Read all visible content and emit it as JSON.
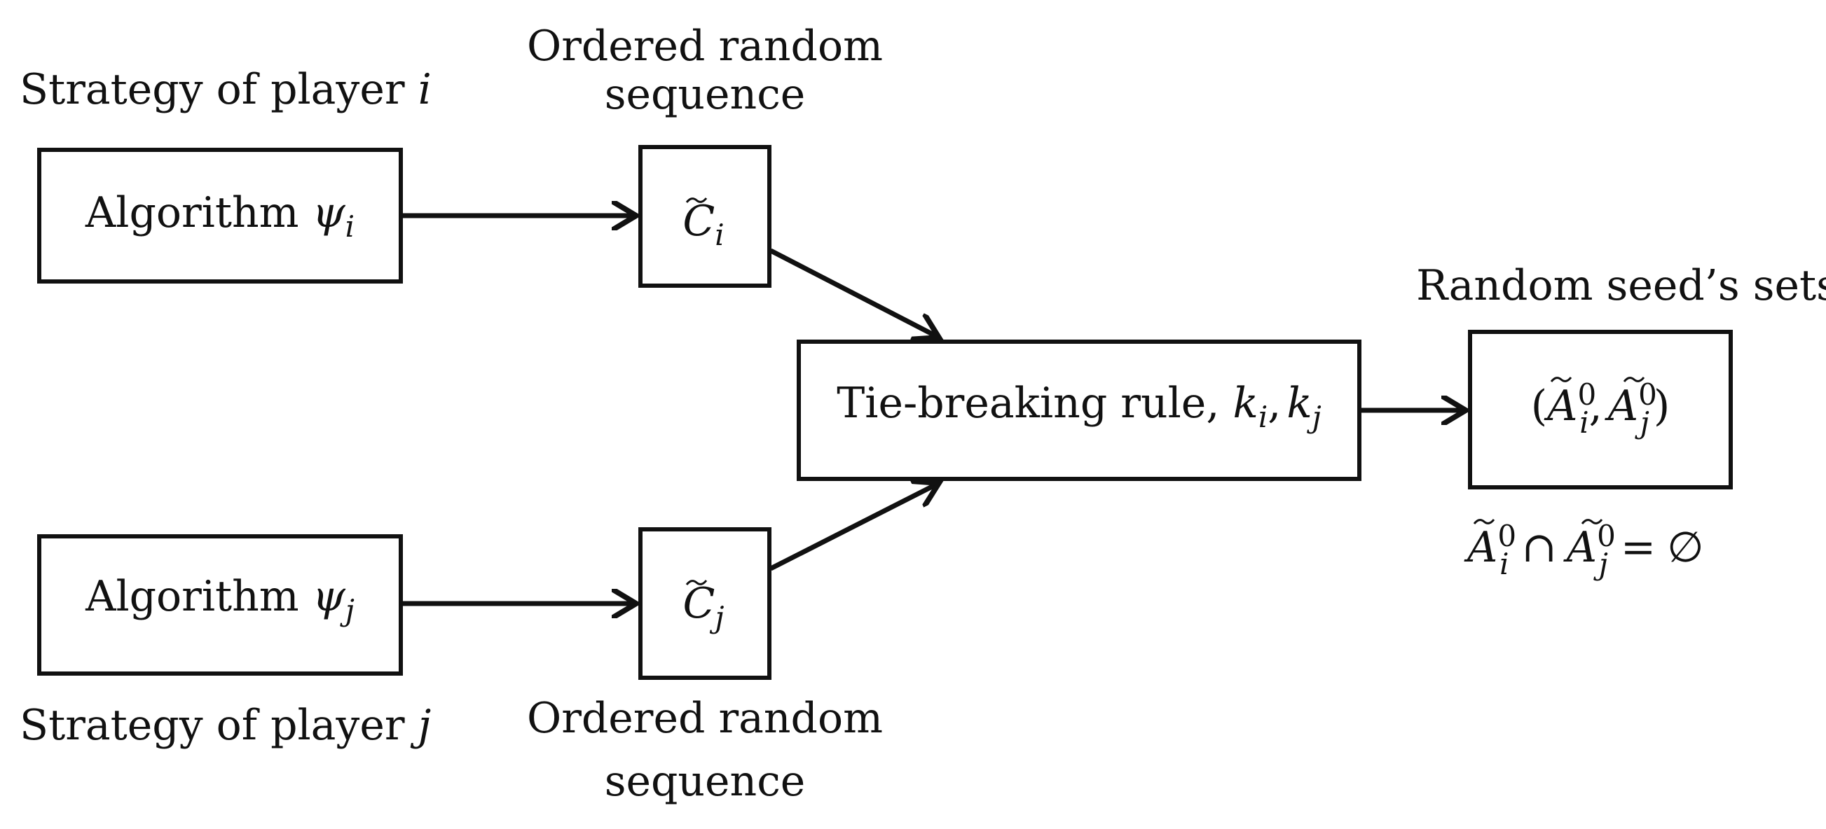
{
  "labels": {
    "strategy_i": "Strategy of player ",
    "strategy_i_var": "i",
    "strategy_j": "Strategy of player ",
    "strategy_j_var": "j",
    "ordered_top_line1": "Ordered random",
    "ordered_top_line2": "sequence",
    "ordered_bottom_line1": "Ordered random",
    "ordered_bottom_line2": "sequence",
    "random_seed_sets": "Random seed’s sets"
  },
  "nodes": {
    "algo_i": {
      "text": "Algorithm ",
      "symbol": "ψ",
      "sub": "i"
    },
    "algo_j": {
      "text": "Algorithm ",
      "symbol": "ψ",
      "sub": "j"
    },
    "seq_i": {
      "symbol": "C",
      "sub": "i"
    },
    "seq_j": {
      "symbol": "C",
      "sub": "j"
    },
    "tie": {
      "text": "Tie-breaking rule, ",
      "k": "k",
      "sub_i": "i",
      "sub_j": "j",
      "comma": ","
    },
    "result": {
      "open": "(",
      "A": "A",
      "sup": "0",
      "sub_i": "i",
      "sub_j": "j",
      "comma": ",",
      "close": ")"
    }
  },
  "condition": {
    "A": "A",
    "sup": "0",
    "sub_i": "i",
    "sub_j": "j",
    "cap": "∩",
    "eq": "=",
    "empty": "∅"
  }
}
